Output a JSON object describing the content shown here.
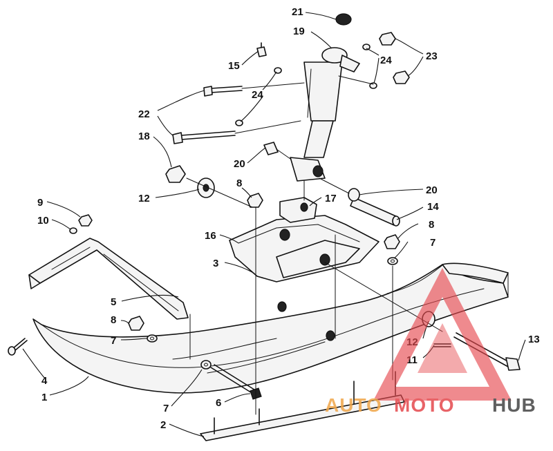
{
  "callouts": {
    "c1": "1",
    "c2": "2",
    "c3": "3",
    "c4": "4",
    "c5": "5",
    "c6": "6",
    "c7a": "7",
    "c7b": "7",
    "c7c": "7",
    "c8a": "8",
    "c8b": "8",
    "c8c": "8",
    "c9": "9",
    "c10": "10",
    "c11": "11",
    "c12a": "12",
    "c12b": "12",
    "c13": "13",
    "c14": "14",
    "c15": "15",
    "c16": "16",
    "c17": "17",
    "c18": "18",
    "c19": "19",
    "c20a": "20",
    "c20b": "20",
    "c21": "21",
    "c22": "22",
    "c23": "23",
    "c24a": "24",
    "c24b": "24"
  },
  "watermark": {
    "part1": "AUTO",
    "part2": "MOTO",
    "part3": "HUB",
    "colors": {
      "auto": "#f0a64a",
      "moto": "#e5484d",
      "hub": "#444444",
      "triangle": "#e5484d"
    }
  }
}
